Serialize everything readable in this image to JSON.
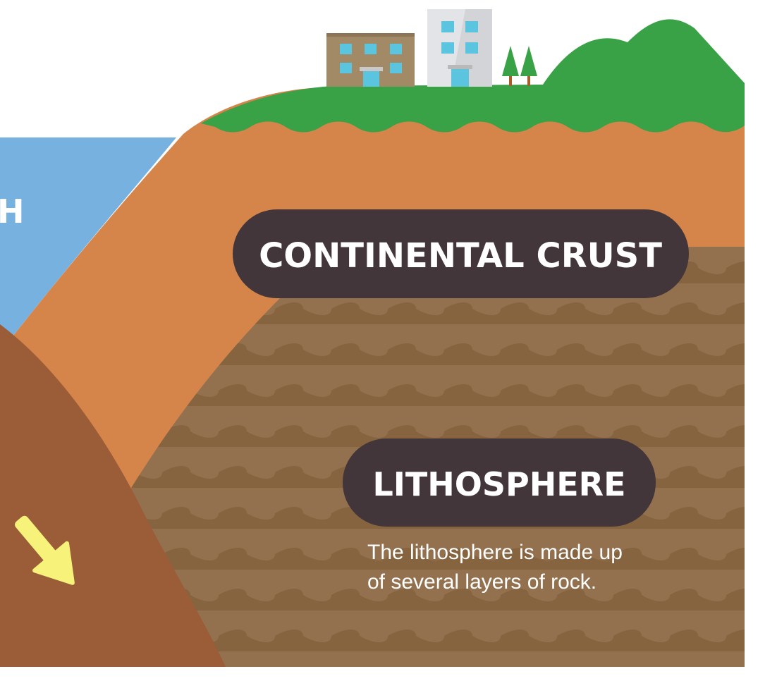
{
  "labels": {
    "ocean_partial": "H",
    "continental_crust": "CONTINENTAL CRUST",
    "lithosphere": "LITHOSPHERE"
  },
  "caption": {
    "line1": "The lithosphere is made up",
    "line2": "of several layers of rock."
  },
  "colors": {
    "ocean": "#77b1e0",
    "crust": "#d5844a",
    "lithosphere": "#93714f",
    "lithosphere_band": "#85643f",
    "slab": "#9a5d37",
    "grass": "#3aa246",
    "label_pill": "#42363a",
    "arrow": "#f6f27a",
    "building_brown": "#a38a67",
    "building_grey": "#e2e4e7",
    "window": "#5bc5df",
    "trunk": "#a75e2a"
  },
  "icons": [
    "building-icon",
    "office-building-icon",
    "tree-icon",
    "mountain-icon",
    "down-arrow-icon"
  ]
}
